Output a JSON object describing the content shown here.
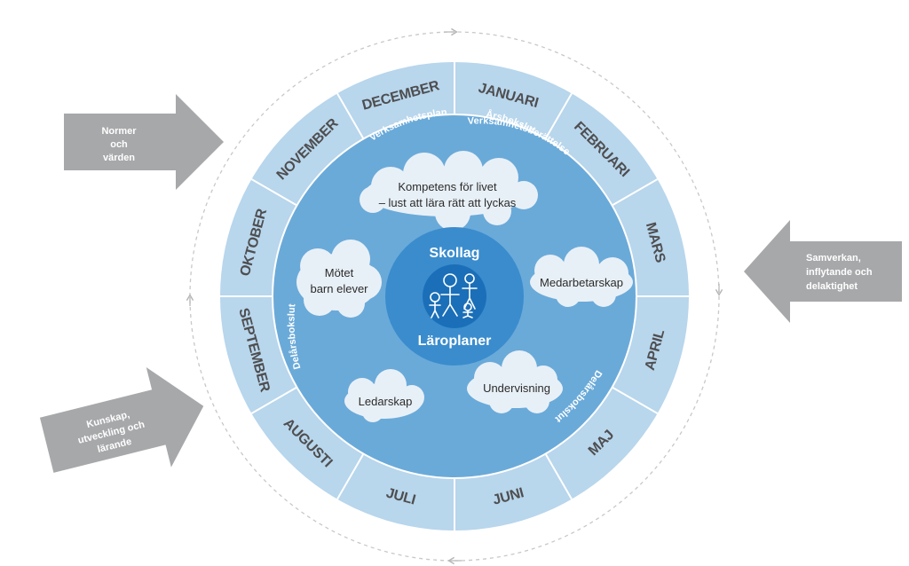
{
  "months": [
    "JANUARI",
    "FEBRUARI",
    "MARS",
    "APRIL",
    "MAJ",
    "JUNI",
    "JULI",
    "AUGUSTI",
    "SEPTEMBER",
    "OKTOBER",
    "NOVEMBER",
    "DECEMBER"
  ],
  "inner_labels": {
    "verksamhetsplan": "Verksamhetsplan",
    "arsbokslut": "Årsbokslut",
    "verksamhetsberattelse": "Verksamhetsberättelse",
    "delarsbokslut_right": "Delårsbokslut",
    "delarsbokslut_left": "Delårsbokslut"
  },
  "clouds": {
    "kompetens": [
      "Kompetens för livet",
      "– lust att lära rätt att lyckas"
    ],
    "motet": [
      "Mötet",
      "barn elever"
    ],
    "medarbetarskap": [
      "Medarbetarskap"
    ],
    "ledarskap": [
      "Ledarskap"
    ],
    "undervisning": [
      "Undervisning"
    ]
  },
  "core": {
    "top": "Skollag",
    "bottom": "Läroplaner"
  },
  "arrows": {
    "normer": [
      "Normer",
      "och",
      "värden"
    ],
    "samverkan": [
      "Samverkan,",
      "inflytande och",
      "delaktighet"
    ],
    "kunskap": [
      "Kunskap,",
      "utveckling och",
      "lärande"
    ]
  },
  "colors": {
    "month_ring": "#b8d6ec",
    "inner_ring": "#6aaad9",
    "core_outer": "#3a8ccd",
    "core_inner": "#1a6fb8",
    "month_text": "#4e4e50",
    "cloud": "#e8f0f7",
    "arrow": "#a7a8aa"
  }
}
